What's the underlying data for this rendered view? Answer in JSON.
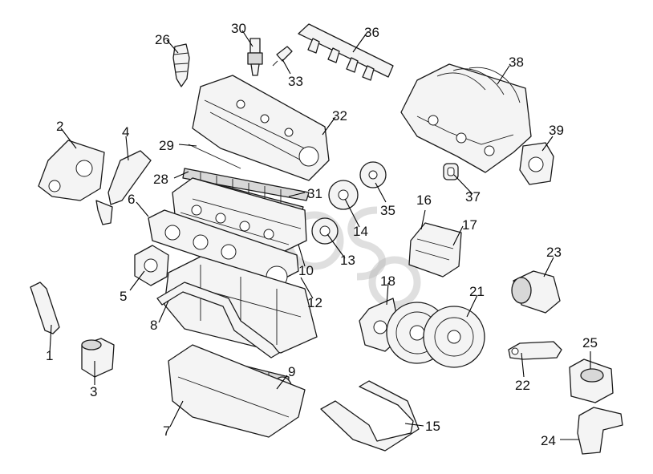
{
  "diagram": {
    "callouts": [
      "1",
      "2",
      "3",
      "4",
      "5",
      "6",
      "7",
      "8",
      "9",
      "10",
      "12",
      "13",
      "14",
      "15",
      "16",
      "17",
      "18",
      "21",
      "22",
      "23",
      "24",
      "25",
      "26",
      "28",
      "29",
      "30",
      "31",
      "32",
      "33",
      "35",
      "36",
      "37",
      "38",
      "39"
    ],
    "watermark_text": "OS",
    "colors": {
      "line": "#1a1a1a",
      "fill": "#f4f4f4",
      "shade": "#d8d8d8",
      "watermark": "#b8b8b8"
    }
  }
}
